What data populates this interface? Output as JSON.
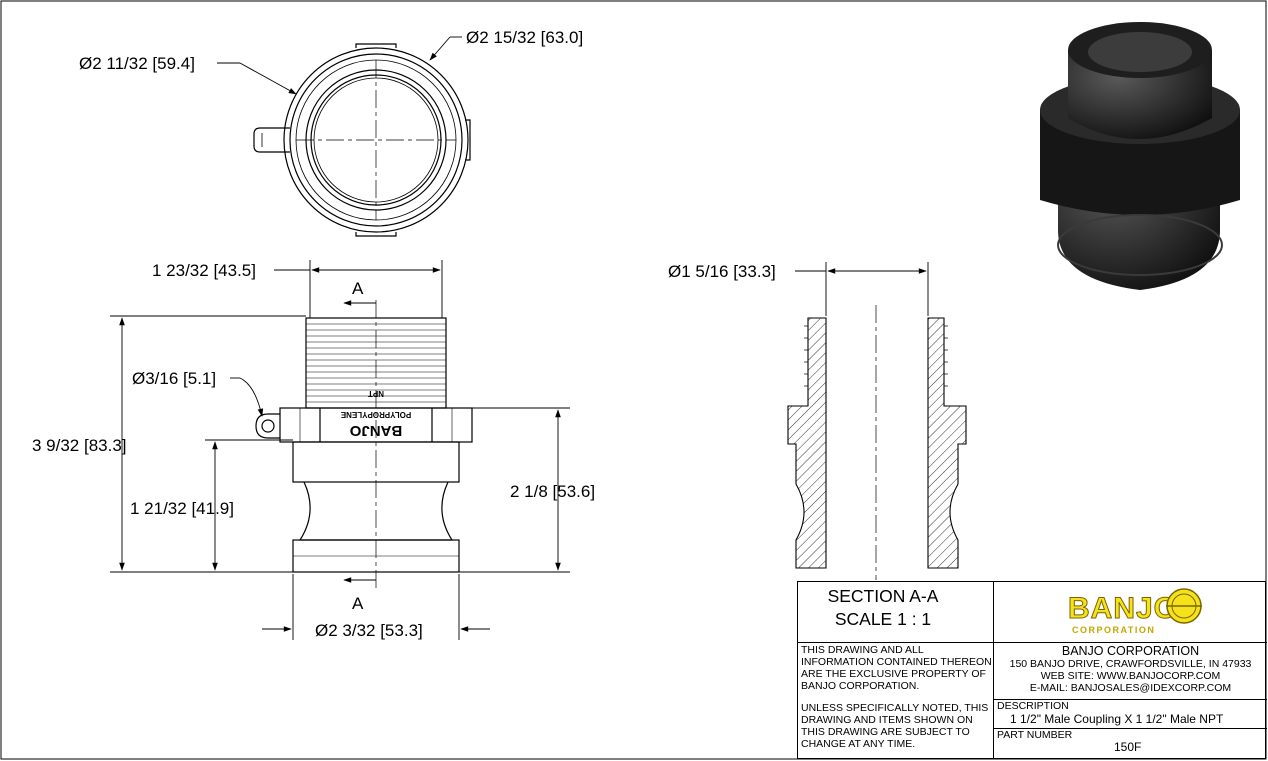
{
  "dimensions": {
    "top_outer_dia": "Ø2 11/32 [59.4]",
    "top_lug_dia": "Ø2 15/32 [63.0]",
    "thread_width": "1 23/32 [43.5]",
    "hole_dia": "Ø3/16 [5.1]",
    "overall_height": "3 9/32 [83.3]",
    "lower_height": "1 21/32 [41.9]",
    "coupling_height": "2 1/8 [53.6]",
    "base_dia": "Ø2 3/32 [53.3]",
    "bore_dia": "Ø1 5/16 [33.3]"
  },
  "section_marks": {
    "top": "A",
    "bottom": "A"
  },
  "part_marking": {
    "brand": "BANJO",
    "material": "POLYPROPYLENE",
    "thread": "NPT"
  },
  "section_view": {
    "title": "SECTION A-A",
    "scale": "SCALE 1 : 1"
  },
  "title_block": {
    "logo_text": "BANJO",
    "logo_sub": "CORPORATION",
    "company_name": "BANJO CORPORATION",
    "address": "150 BANJO DRIVE, CRAWFORDSVILLE, IN 47933",
    "website": "WEB SITE: WWW.BANJOCORP.COM",
    "email": "E-MAIL: BANJOSALES@IDEXCORP.COM",
    "notice_1": [
      "THIS DRAWING AND ALL",
      "INFORMATION CONTAINED THEREON",
      "ARE THE EXCLUSIVE PROPERTY OF",
      "BANJO CORPORATION."
    ],
    "notice_2": [
      "UNLESS SPECIFICALLY NOTED, THIS",
      "DRAWING AND ITEMS SHOWN ON",
      "THIS DRAWING ARE SUBJECT TO",
      "CHANGE AT ANY TIME."
    ],
    "description_label": "DESCRIPTION",
    "description": "1 1/2\" Male Coupling X 1 1/2\" Male NPT",
    "part_number_label": "PART NUMBER",
    "part_number": "150F"
  },
  "colors": {
    "logo_yellow": "#f5e21a",
    "logo_gold": "#c9a400",
    "hatch": "#000000"
  }
}
